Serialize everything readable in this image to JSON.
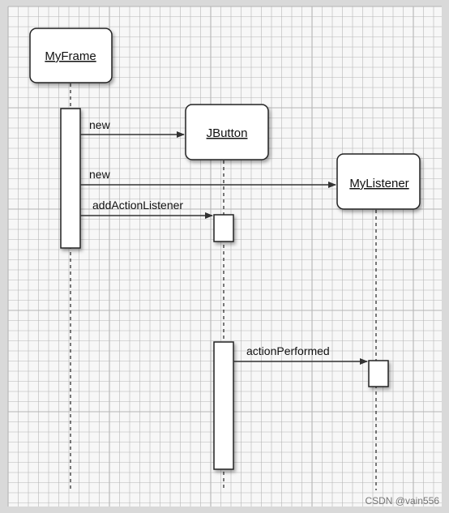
{
  "objects": [
    {
      "id": "myframe",
      "label": "MyFrame"
    },
    {
      "id": "jbutton",
      "label": "JButton"
    },
    {
      "id": "mylistener",
      "label": "MyListener"
    }
  ],
  "messages": [
    {
      "label": "new",
      "from": "myframe",
      "to": "jbutton"
    },
    {
      "label": "new",
      "from": "myframe",
      "to": "mylistener"
    },
    {
      "label": "addActionListener",
      "from": "myframe",
      "to": "jbutton"
    },
    {
      "label": "actionPerformed",
      "from": "jbutton",
      "to": "mylistener"
    }
  ],
  "watermark": "CSDN @vain556",
  "colors": {
    "grid": "#b5b5b5",
    "paper": "#f7f7f7",
    "page_bg": "#d9d9d9",
    "ink": "#222222",
    "box_fill": "#ffffff"
  }
}
